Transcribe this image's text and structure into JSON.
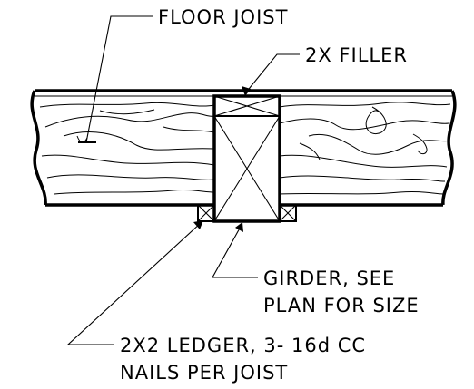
{
  "labels": {
    "floor_joist": "FLOOR JOIST",
    "filler": "2X FILLER",
    "girder_line1": "GIRDER, SEE",
    "girder_line2": "PLAN FOR SIZE",
    "ledger_line1": "2X2 LEDGER, 3- 16d CC",
    "ledger_line2": "NAILS PER JOIST"
  }
}
